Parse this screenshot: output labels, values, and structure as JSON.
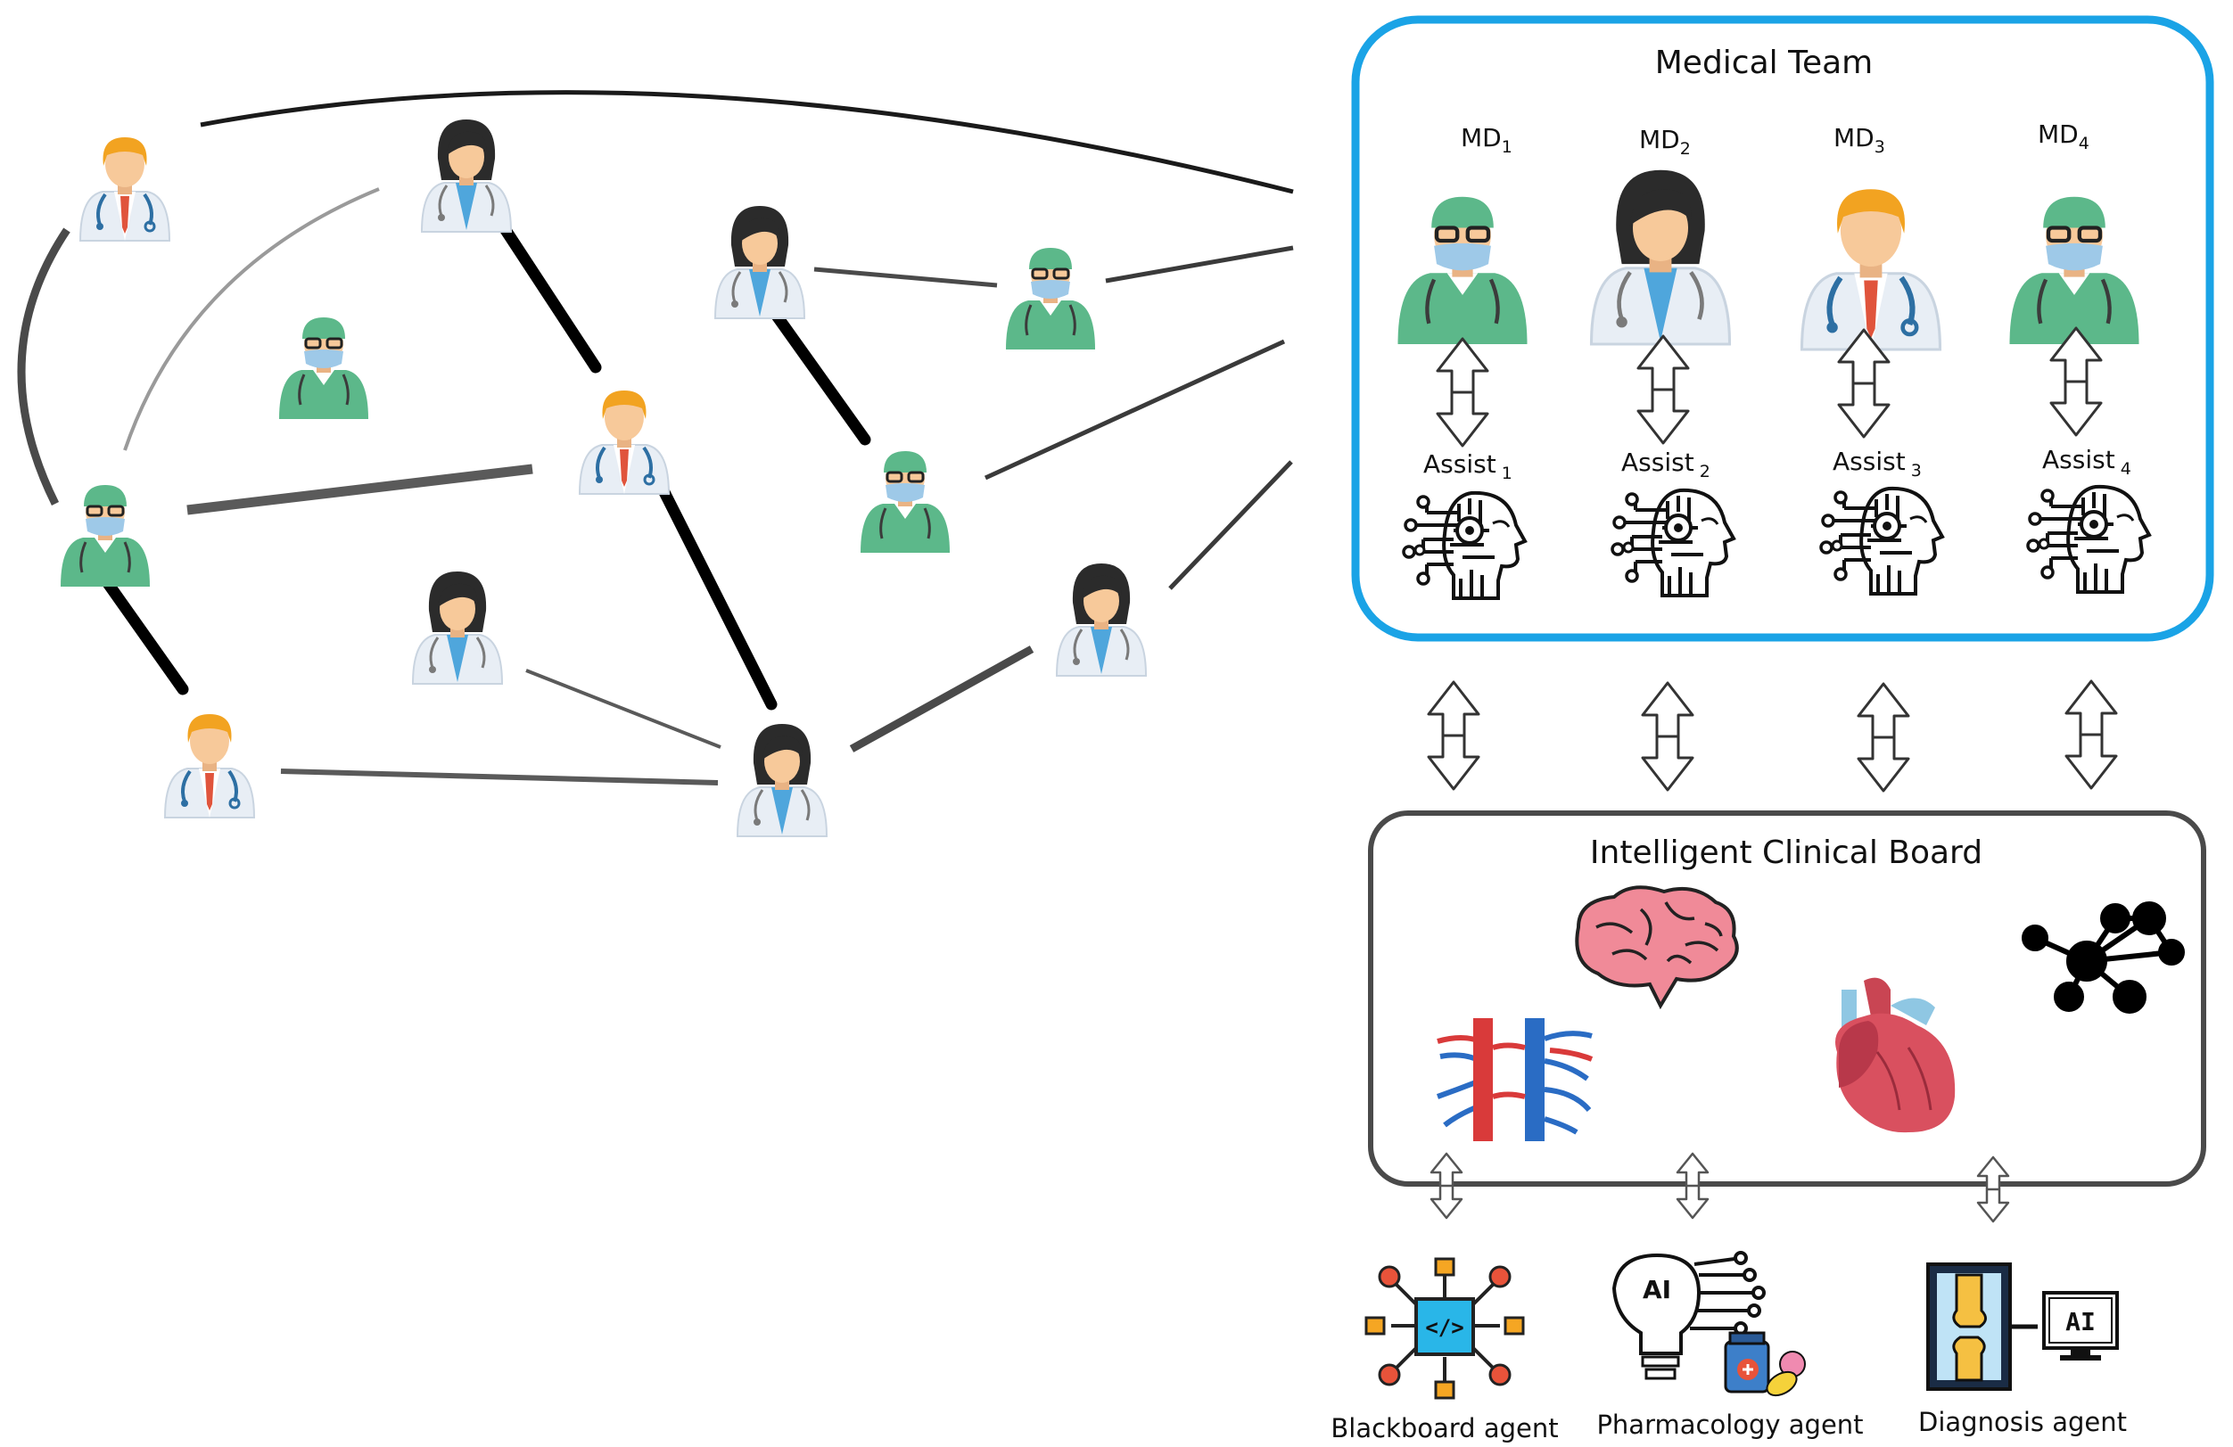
{
  "medical_team": {
    "title": "Medical Team",
    "members": [
      {
        "md": "MD",
        "md_sub": "1",
        "assist": "Assist",
        "assist_sub": "1"
      },
      {
        "md": "MD",
        "md_sub": "2",
        "assist": "Assist",
        "assist_sub": "2"
      },
      {
        "md": "MD",
        "md_sub": "3",
        "assist": "Assist",
        "assist_sub": "3"
      },
      {
        "md": "MD",
        "md_sub": "4",
        "assist": "Assist",
        "assist_sub": "4"
      }
    ]
  },
  "clinical_board": {
    "title": "Intelligent Clinical Board"
  },
  "agents": [
    {
      "label": "Blackboard agent"
    },
    {
      "label": "Pharmacology agent"
    },
    {
      "label": "Diagnosis agent"
    }
  ],
  "agent_icon_texts": {
    "pharmacology_ai": "AI",
    "diagnosis_ai": "AI"
  },
  "network": {
    "nodes": [
      {
        "id": "n1",
        "type": "male-doctor"
      },
      {
        "id": "n2",
        "type": "female-doctor"
      },
      {
        "id": "n3",
        "type": "female-doctor"
      },
      {
        "id": "n4",
        "type": "surgeon"
      },
      {
        "id": "n5",
        "type": "surgeon"
      },
      {
        "id": "n6",
        "type": "male-doctor"
      },
      {
        "id": "n7",
        "type": "surgeon"
      },
      {
        "id": "n8",
        "type": "surgeon"
      },
      {
        "id": "n9",
        "type": "female-doctor"
      },
      {
        "id": "n10",
        "type": "female-doctor"
      },
      {
        "id": "n11",
        "type": "male-doctor"
      },
      {
        "id": "n12",
        "type": "female-doctor"
      }
    ]
  },
  "colors": {
    "team_border": "#1aa3e6",
    "board_border": "#4a4a4a",
    "surgeon_green": "#5cb88a",
    "doctor_skin": "#f7c99a",
    "male_hair": "#f2a321",
    "female_hair": "#2b2b2b",
    "coat": "#e8eef5",
    "stethoscope": "#2d6fa3",
    "tie": "#e0543c",
    "brain": "#f08a98",
    "heart": "#d9505f",
    "vessel_red": "#d93a3a",
    "vessel_blue": "#2a6cc4"
  }
}
